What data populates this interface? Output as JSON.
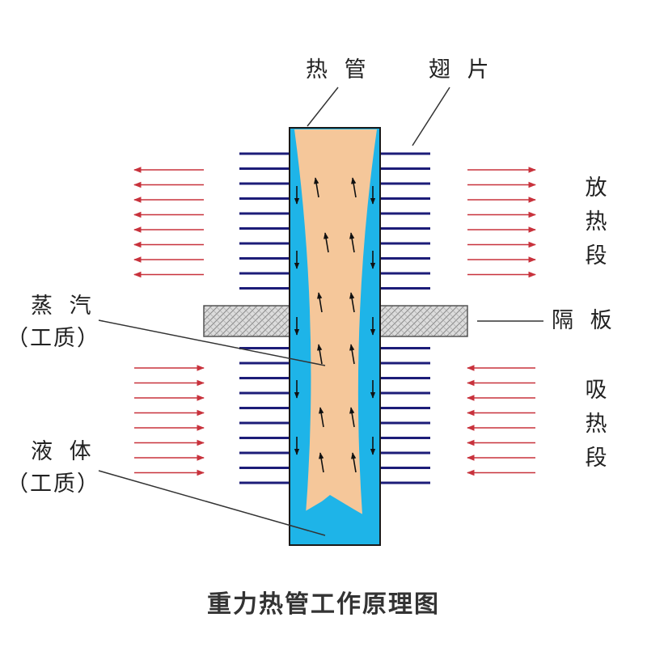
{
  "labels": {
    "heat_pipe": "热 管",
    "fin": "翅 片",
    "release_section": "放热段",
    "partition": "隔 板",
    "absorb_section": "吸热段",
    "vapor": "蒸 汽",
    "vapor_note": "（工质）",
    "liquid": "液 体",
    "liquid_note": "（工质）"
  },
  "title": "重力热管工作原理图",
  "colors": {
    "pipe_blue": "#1EB4E8",
    "vapor_core": "#F5C79A",
    "fin_navy": "#1C1C78",
    "heat_arrow_red": "#C8323C",
    "partition_gray": "#D2D2D2",
    "leader_line": "#333333"
  }
}
